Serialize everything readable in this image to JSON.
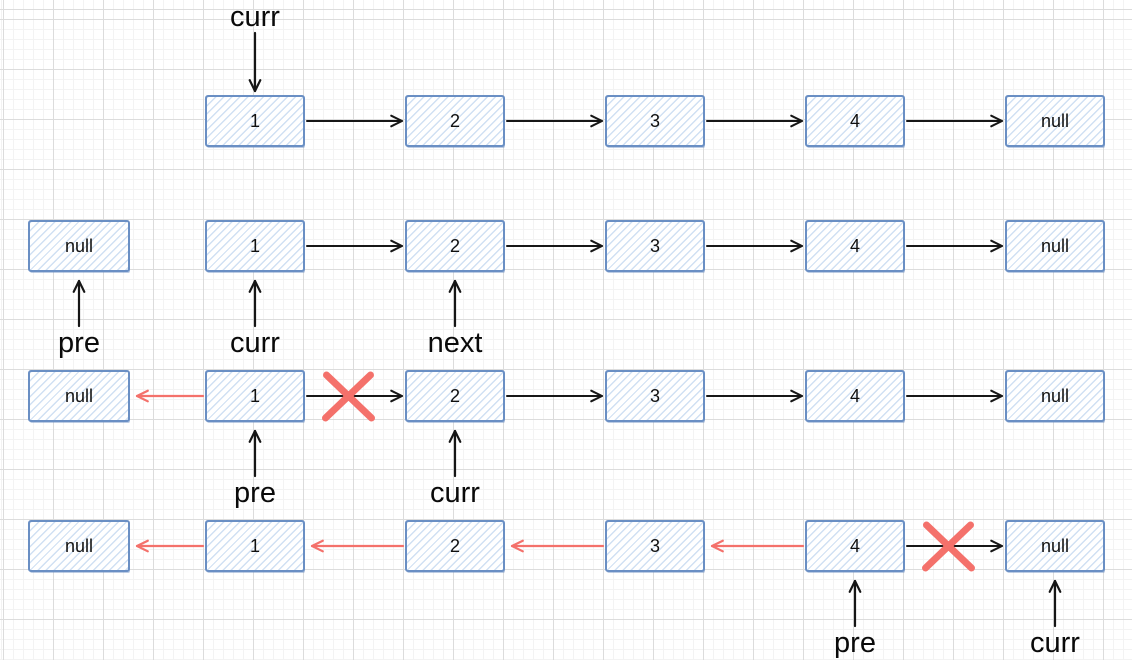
{
  "colors": {
    "background": "#ffffff",
    "grid_minor": "#f3f3f3",
    "grid_major": "#dcdcdc",
    "box_border": "#6a8fc4",
    "box_hatch": "#d0e0f3",
    "ink": "#161616",
    "red": "#f4716b"
  },
  "diagram": {
    "rows": [
      {
        "name": "step-1-initial-list",
        "start_col": 1,
        "nodes": [
          "1",
          "2",
          "3",
          "4",
          "null"
        ],
        "edges": [
          {
            "from": 1,
            "to": 2,
            "color": "black",
            "crossed": false
          },
          {
            "from": 2,
            "to": 3,
            "color": "black",
            "crossed": false
          },
          {
            "from": 3,
            "to": 4,
            "color": "black",
            "crossed": false
          },
          {
            "from": 4,
            "to": 5,
            "color": "black",
            "crossed": false
          }
        ],
        "pointers": [
          {
            "col": 1,
            "side": "above",
            "label": "curr"
          }
        ]
      },
      {
        "name": "step-2-init-pre-curr-next",
        "start_col": 0,
        "nodes": [
          "null",
          "1",
          "2",
          "3",
          "4",
          "null"
        ],
        "edges": [
          {
            "from": 1,
            "to": 2,
            "color": "black",
            "crossed": false
          },
          {
            "from": 2,
            "to": 3,
            "color": "black",
            "crossed": false
          },
          {
            "from": 3,
            "to": 4,
            "color": "black",
            "crossed": false
          },
          {
            "from": 4,
            "to": 5,
            "color": "black",
            "crossed": false
          }
        ],
        "pointers": [
          {
            "col": 0,
            "side": "below",
            "label": "pre"
          },
          {
            "col": 1,
            "side": "below",
            "label": "curr"
          },
          {
            "col": 2,
            "side": "below",
            "label": "next"
          }
        ]
      },
      {
        "name": "step-3-reverse-first-link",
        "start_col": 0,
        "nodes": [
          "null",
          "1",
          "2",
          "3",
          "4",
          "null"
        ],
        "edges": [
          {
            "from": 1,
            "to": 0,
            "color": "red",
            "crossed": false
          },
          {
            "from": 1,
            "to": 2,
            "color": "black",
            "crossed": true
          },
          {
            "from": 2,
            "to": 3,
            "color": "black",
            "crossed": false
          },
          {
            "from": 3,
            "to": 4,
            "color": "black",
            "crossed": false
          },
          {
            "from": 4,
            "to": 5,
            "color": "black",
            "crossed": false
          }
        ],
        "pointers": [
          {
            "col": 1,
            "side": "below",
            "label": "pre"
          },
          {
            "col": 2,
            "side": "below",
            "label": "curr"
          }
        ]
      },
      {
        "name": "step-4-fully-reversed",
        "start_col": 0,
        "nodes": [
          "null",
          "1",
          "2",
          "3",
          "4",
          "null"
        ],
        "edges": [
          {
            "from": 1,
            "to": 0,
            "color": "red",
            "crossed": false
          },
          {
            "from": 2,
            "to": 1,
            "color": "red",
            "crossed": false
          },
          {
            "from": 3,
            "to": 2,
            "color": "red",
            "crossed": false
          },
          {
            "from": 4,
            "to": 3,
            "color": "red",
            "crossed": false
          },
          {
            "from": 4,
            "to": 5,
            "color": "black",
            "crossed": true
          }
        ],
        "pointers": [
          {
            "col": 4,
            "side": "below",
            "label": "pre"
          },
          {
            "col": 5,
            "side": "below",
            "label": "curr"
          }
        ]
      }
    ]
  }
}
